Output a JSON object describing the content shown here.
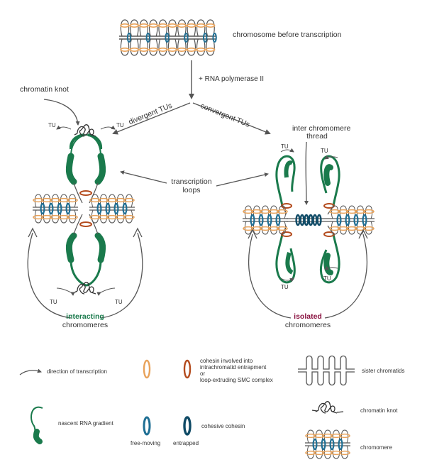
{
  "diagram": {
    "top_label": "chromosome before transcription",
    "rnap_label": "+ RNA polymerase II",
    "chromatin_knot_label": "chromatin knot",
    "divergent_label": "divergent TUs",
    "convergent_label": "convergent TUs",
    "inter_thread_label_1": "inter chromomere",
    "inter_thread_label_2": "thread",
    "transcription_loops_label_1": "transcription",
    "transcription_loops_label_2": "loops",
    "tu": "TU",
    "interacting_bold": "interacting",
    "interacting_rest": "chromomeres",
    "isolated_bold": "isolated",
    "isolated_rest": "chromomeres"
  },
  "legend": {
    "direction": "direction of transcription",
    "cohesin_involved_1": "cohesin involved into",
    "cohesin_involved_2": "intrachromatid entrapment",
    "cohesin_involved_3": "or",
    "cohesin_involved_4": "loop-extruding SMC complex",
    "sister_chromatids": "sister chromatids",
    "nascent_rna": "nascent RNA gradient",
    "chromatin_knot": "chromatin knot",
    "free_moving": "free-moving",
    "entrapped": "entrapped",
    "cohesive_cohesin": "cohesive cohesin",
    "chromomere": "chromomere"
  },
  "colors": {
    "green": "#1a7a4c",
    "orange": "#e8a25a",
    "blue": "#1f6f94",
    "dark_blue": "#0f4a66",
    "red_brown": "#b34a1c",
    "gray_line": "#555555",
    "purple": "#8a1240"
  }
}
